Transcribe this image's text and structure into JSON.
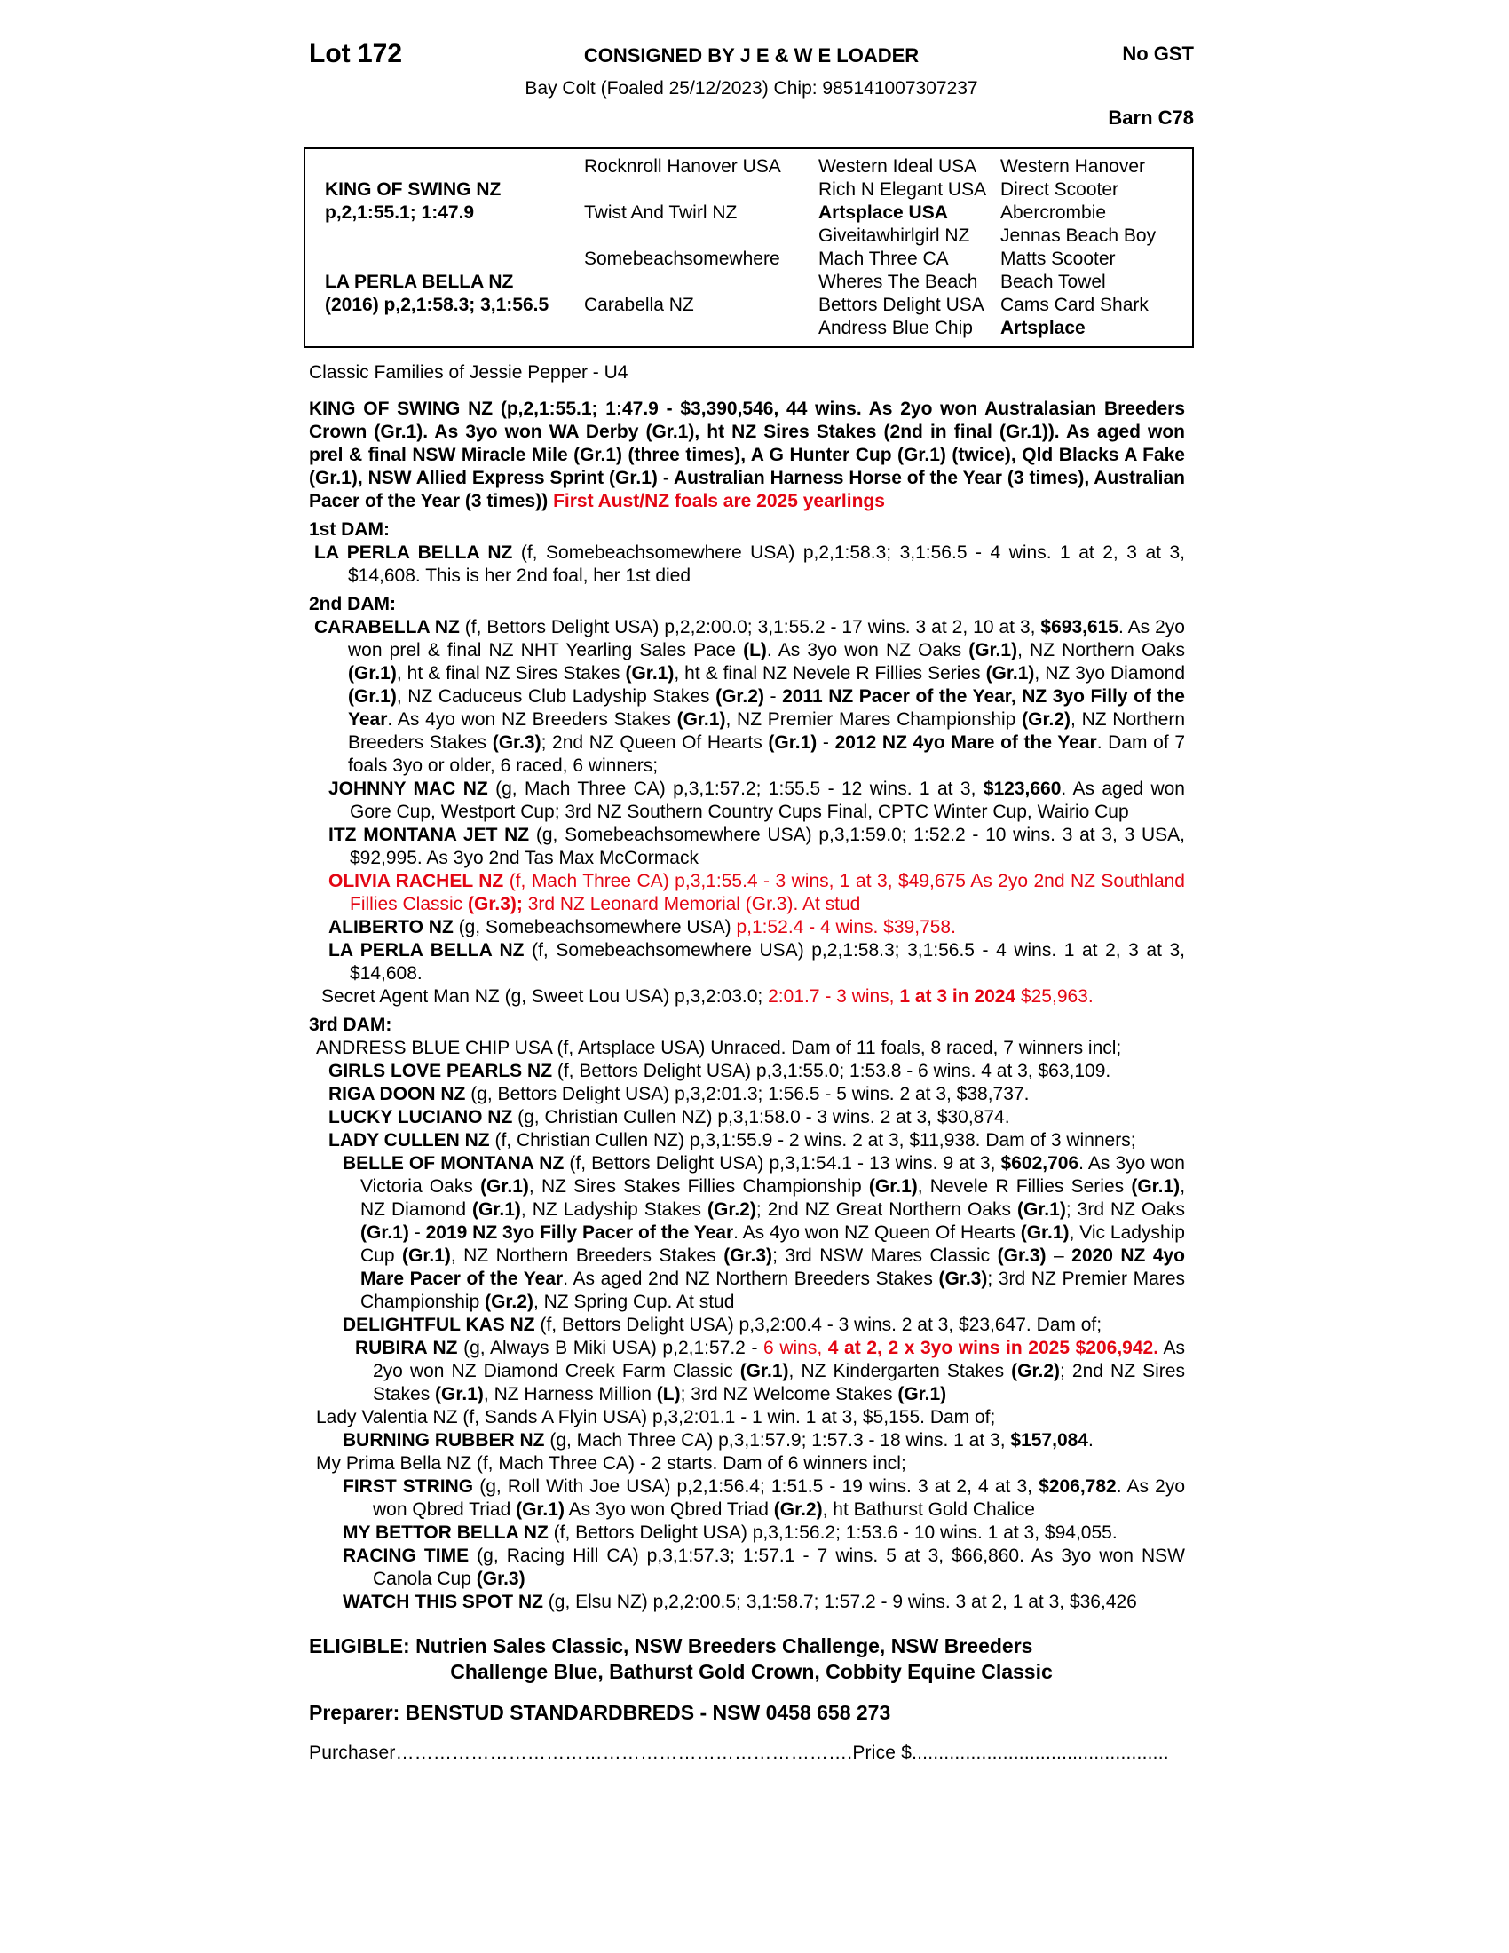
{
  "colors": {
    "red": "#e30613",
    "text": "#000000"
  },
  "header": {
    "lot": "Lot 172",
    "consigned": "CONSIGNED BY J E & W E LOADER",
    "gst": "No GST",
    "description": "Bay Colt (Foaled 25/12/2023) Chip: 985141007307237",
    "barn": "Barn C78"
  },
  "pedigree_box": {
    "col1": [
      {
        "name": "KING OF SWING NZ",
        "record": "p,2,1:55.1; 1:47.9",
        "row": 2
      },
      {
        "name": "LA PERLA BELLA NZ",
        "record": "(2016) p,2,1:58.3; 3,1:56.5",
        "row": 6
      }
    ],
    "col2": [
      {
        "t": "Rocknroll Hanover USA",
        "row": 1
      },
      {
        "t": "Twist And Twirl NZ",
        "row": 3
      },
      {
        "t": "Somebeachsomewhere",
        "row": 5
      },
      {
        "t": "Carabella NZ",
        "row": 7
      }
    ],
    "col3": [
      {
        "t": "Western Ideal USA"
      },
      {
        "t": "Rich N Elegant USA"
      },
      {
        "t": "Artsplace USA",
        "b": true
      },
      {
        "t": "Giveitawhirlgirl NZ"
      },
      {
        "t": "Mach Three CA"
      },
      {
        "t": "Wheres The Beach"
      },
      {
        "t": "Bettors Delight USA"
      },
      {
        "t": "Andress Blue Chip"
      }
    ],
    "col4": [
      {
        "t": "Western Hanover"
      },
      {
        "t": "Direct Scooter"
      },
      {
        "t": "Abercrombie"
      },
      {
        "t": "Jennas Beach Boy"
      },
      {
        "t": "Matts Scooter"
      },
      {
        "t": "Beach Towel"
      },
      {
        "t": "Cams Card Shark"
      },
      {
        "t": "Artsplace",
        "b": true
      }
    ]
  },
  "paragraphs": [
    {
      "name": "family-line",
      "cls": "mt-box",
      "seg": [
        [
          "n",
          "Classic Families of Jessie Pepper - U4"
        ]
      ]
    },
    {
      "name": "sire-summary",
      "cls": "just mt-m",
      "seg": [
        [
          "b",
          "KING OF SWING NZ (p,2,1:55.1; 1:47.9 - $3,390,546, 44 wins. As 2yo won Australasian Breeders Crown (Gr.1). As 3yo won WA Derby (Gr.1), ht NZ Sires Stakes (2nd in final (Gr.1)). As aged won prel & final NSW Miracle Mile (Gr.1) (three times), A G Hunter Cup (Gr.1) (twice), Qld Blacks A Fake (Gr.1), NSW Allied Express Sprint (Gr.1) - Australian Harness Horse of the Year (3 times), Australian Pacer of the Year (3 times)) "
        ],
        [
          "br",
          "First Aust/NZ foals are 2025 yearlings"
        ]
      ]
    },
    {
      "name": "dam-heading-1st",
      "cls": "mt-s",
      "seg": [
        [
          "b",
          "1st DAM:"
        ]
      ]
    },
    {
      "name": "horse-entry-la-perla-bella",
      "cls": "just ind-a",
      "seg": [
        [
          "b",
          "LA PERLA BELLA NZ "
        ],
        [
          "n",
          "(f, Somebeachsomewhere USA) p,2,1:58.3; 3,1:56.5 - 4 wins. 1 at 2, 3 at 3, $14,608. This is her 2nd foal, her 1st died"
        ]
      ]
    },
    {
      "name": "dam-heading-2nd",
      "cls": "mt-s",
      "seg": [
        [
          "b",
          "2nd DAM:"
        ]
      ]
    },
    {
      "name": "horse-entry-carabella",
      "cls": "just ind-a",
      "seg": [
        [
          "b",
          "CARABELLA NZ "
        ],
        [
          "n",
          "(f, Bettors Delight USA) p,2,2:00.0; 3,1:55.2 - 17 wins. 3 at 2, 10 at 3, "
        ],
        [
          "b",
          "$693,615"
        ],
        [
          "n",
          ". As 2yo won prel & final NZ NHT Yearling Sales Pace "
        ],
        [
          "b",
          "(L)"
        ],
        [
          "n",
          ". As 3yo won NZ Oaks "
        ],
        [
          "b",
          "(Gr.1)"
        ],
        [
          "n",
          ", NZ Northern Oaks "
        ],
        [
          "b",
          "(Gr.1)"
        ],
        [
          "n",
          ", ht & final NZ Sires Stakes "
        ],
        [
          "b",
          "(Gr.1)"
        ],
        [
          "n",
          ", ht & final NZ Nevele R Fillies Series "
        ],
        [
          "b",
          "(Gr.1)"
        ],
        [
          "n",
          ", NZ 3yo Diamond "
        ],
        [
          "b",
          "(Gr.1)"
        ],
        [
          "n",
          ", NZ Caduceus Club Ladyship Stakes "
        ],
        [
          "b",
          "(Gr.2)"
        ],
        [
          "n",
          " - "
        ],
        [
          "b",
          "2011 NZ Pacer of the Year, NZ 3yo Filly of the Year"
        ],
        [
          "n",
          ". As 4yo won NZ Breeders Stakes "
        ],
        [
          "b",
          "(Gr.1)"
        ],
        [
          "n",
          ", NZ Premier Mares Championship "
        ],
        [
          "b",
          "(Gr.2)"
        ],
        [
          "n",
          ", NZ Northern Breeders Stakes "
        ],
        [
          "b",
          "(Gr.3)"
        ],
        [
          "n",
          "; 2nd NZ Queen Of Hearts "
        ],
        [
          "b",
          "(Gr.1)"
        ],
        [
          "n",
          " - "
        ],
        [
          "b",
          "2012 NZ 4yo Mare of the Year"
        ],
        [
          "n",
          ". Dam of 7 foals 3yo or older, 6 raced, 6 winners;"
        ]
      ]
    },
    {
      "name": "horse-entry-johnny-mac",
      "cls": "just ind-b",
      "seg": [
        [
          "b",
          "JOHNNY MAC NZ "
        ],
        [
          "n",
          "(g, Mach Three CA) p,3,1:57.2; 1:55.5 - 12 wins. 1 at 3, "
        ],
        [
          "b",
          "$123,660"
        ],
        [
          "n",
          ". As aged won Gore Cup, Westport Cup; 3rd NZ Southern Country Cups Final, CPTC Winter Cup, Wairio Cup"
        ]
      ]
    },
    {
      "name": "horse-entry-itz-montana-jet",
      "cls": "just ind-b",
      "seg": [
        [
          "b",
          "ITZ MONTANA JET NZ "
        ],
        [
          "n",
          "(g, Somebeachsomewhere USA) p,3,1:59.0; 1:52.2 - 10 wins. 3 at 3, 3 USA, $92,995. As 3yo 2nd Tas Max McCormack"
        ]
      ]
    },
    {
      "name": "horse-entry-olivia-rachel",
      "cls": "just ind-b",
      "seg": [
        [
          "br",
          "OLIVIA RACHEL NZ "
        ],
        [
          "r",
          "(f, Mach Three CA) p,3,1:55.4 - 3 wins, 1 at 3, $49,675 As 2yo 2nd NZ Southland Fillies Classic "
        ],
        [
          "br",
          "(Gr.3);"
        ],
        [
          "r",
          " 3rd NZ Leonard Memorial (Gr.3). At stud"
        ]
      ]
    },
    {
      "name": "horse-entry-aliberto",
      "cls": "ind-b",
      "seg": [
        [
          "b",
          "ALIBERTO NZ "
        ],
        [
          "n",
          "(g, Somebeachsomewhere USA) "
        ],
        [
          "r",
          "p,1:52.4 - 4 wins. $39,758."
        ]
      ]
    },
    {
      "name": "horse-entry-la-perla-bella-2",
      "cls": "just ind-b",
      "seg": [
        [
          "b",
          "LA PERLA BELLA NZ "
        ],
        [
          "n",
          "(f, Somebeachsomewhere USA) p,2,1:58.3; 3,1:56.5 - 4 wins. 1 at 2, 3 at 3, $14,608."
        ]
      ]
    },
    {
      "name": "horse-entry-secret-agent-man",
      "cls": "ind-g",
      "seg": [
        [
          "n",
          "Secret Agent Man NZ (g, Sweet Lou USA) p,3,2:03.0; "
        ],
        [
          "r",
          "2:01.7 - 3 wins, "
        ],
        [
          "br",
          "1 at 3 in 2024"
        ],
        [
          "r",
          " $25,963."
        ]
      ]
    },
    {
      "name": "dam-heading-3rd",
      "cls": "mt-s",
      "seg": [
        [
          "b",
          "3rd DAM:"
        ]
      ]
    },
    {
      "name": "horse-entry-andress-blue-chip",
      "cls": "ind-e",
      "seg": [
        [
          "n",
          "ANDRESS BLUE CHIP USA (f, Artsplace USA) Unraced. Dam of 11 foals, 8 raced, 7 winners incl;"
        ]
      ]
    },
    {
      "name": "horse-entry-girls-love-pearls",
      "cls": "just ind-b",
      "seg": [
        [
          "b",
          "GIRLS LOVE PEARLS NZ "
        ],
        [
          "n",
          "(f, Bettors Delight USA) p,3,1:55.0; 1:53.8 - 6 wins. 4 at 3, $63,109."
        ]
      ]
    },
    {
      "name": "horse-entry-riga-doon",
      "cls": "ind-b",
      "seg": [
        [
          "b",
          "RIGA DOON NZ "
        ],
        [
          "n",
          "(g, Bettors Delight USA) p,3,2:01.3; 1:56.5 - 5 wins. 2 at 3, $38,737."
        ]
      ]
    },
    {
      "name": "horse-entry-lucky-luciano",
      "cls": "ind-b",
      "seg": [
        [
          "b",
          "LUCKY LUCIANO NZ "
        ],
        [
          "n",
          "(g, Christian Cullen NZ) p,3,1:58.0 - 3 wins. 2 at 3, $30,874."
        ]
      ]
    },
    {
      "name": "horse-entry-lady-cullen",
      "cls": "ind-b",
      "seg": [
        [
          "b",
          "LADY CULLEN NZ "
        ],
        [
          "n",
          "(f, Christian Cullen NZ) p,3,1:55.9 - 2 wins. 2 at 3, $11,938. Dam of 3 winners;"
        ]
      ]
    },
    {
      "name": "horse-entry-belle-of-montana",
      "cls": "just ind-c",
      "seg": [
        [
          "b",
          "BELLE OF MONTANA NZ "
        ],
        [
          "n",
          "(f, Bettors Delight USA) p,3,1:54.1 - 13 wins. 9 at 3, "
        ],
        [
          "b",
          "$602,706"
        ],
        [
          "n",
          ". As 3yo won Victoria Oaks "
        ],
        [
          "b",
          "(Gr.1)"
        ],
        [
          "n",
          ", NZ Sires Stakes Fillies Championship "
        ],
        [
          "b",
          "(Gr.1)"
        ],
        [
          "n",
          ", Nevele R Fillies Series "
        ],
        [
          "b",
          "(Gr.1)"
        ],
        [
          "n",
          ", NZ Diamond "
        ],
        [
          "b",
          "(Gr.1)"
        ],
        [
          "n",
          ", NZ Ladyship Stakes "
        ],
        [
          "b",
          "(Gr.2)"
        ],
        [
          "n",
          "; 2nd NZ Great Northern Oaks "
        ],
        [
          "b",
          "(Gr.1)"
        ],
        [
          "n",
          "; 3rd NZ Oaks "
        ],
        [
          "b",
          "(Gr.1)"
        ],
        [
          "n",
          " - "
        ],
        [
          "b",
          "2019 NZ 3yo Filly Pacer of the Year"
        ],
        [
          "n",
          ". As 4yo won NZ Queen Of Hearts "
        ],
        [
          "b",
          "(Gr.1)"
        ],
        [
          "n",
          ", Vic Ladyship Cup "
        ],
        [
          "b",
          "(Gr.1)"
        ],
        [
          "n",
          ", NZ Northern Breeders Stakes "
        ],
        [
          "b",
          "(Gr.3)"
        ],
        [
          "n",
          "; 3rd NSW Mares Classic "
        ],
        [
          "b",
          "(Gr.3)"
        ],
        [
          "n",
          " – "
        ],
        [
          "b",
          "2020 NZ 4yo Mare Pacer of the Year"
        ],
        [
          "n",
          ". As aged 2nd NZ Northern Breeders Stakes "
        ],
        [
          "b",
          "(Gr.3)"
        ],
        [
          "n",
          "; 3rd NZ Premier Mares Championship "
        ],
        [
          "b",
          "(Gr.2)"
        ],
        [
          "n",
          ", NZ Spring Cup. At stud"
        ]
      ]
    },
    {
      "name": "horse-entry-delightful-kas",
      "cls": "ind-c",
      "seg": [
        [
          "b",
          "DELIGHTFUL KAS NZ "
        ],
        [
          "n",
          "(f, Bettors Delight USA) p,3,2:00.4 - 3 wins. 2 at 3, $23,647. Dam of;"
        ]
      ]
    },
    {
      "name": "horse-entry-rubira",
      "cls": "just ind-d",
      "seg": [
        [
          "b",
          "RUBIRA NZ "
        ],
        [
          "n",
          "(g, Always B Miki USA) p,2,1:57.2 - "
        ],
        [
          "r",
          "6 wins, "
        ],
        [
          "br",
          "4 at 2, 2 x 3yo wins in 2025 $206,942."
        ],
        [
          "n",
          " As 2yo won NZ Diamond Creek Farm Classic "
        ],
        [
          "b",
          "(Gr.1)"
        ],
        [
          "n",
          ", NZ Kindergarten Stakes "
        ],
        [
          "b",
          "(Gr.2)"
        ],
        [
          "n",
          "; 2nd NZ Sires Stakes "
        ],
        [
          "b",
          "(Gr.1)"
        ],
        [
          "n",
          ", NZ Harness Million "
        ],
        [
          "b",
          "(L)"
        ],
        [
          "n",
          "; 3rd NZ Welcome Stakes "
        ],
        [
          "b",
          "(Gr.1)"
        ]
      ]
    },
    {
      "name": "horse-entry-lady-valentia",
      "cls": "ind-e",
      "seg": [
        [
          "n",
          "Lady Valentia NZ (f, Sands A Flyin USA) p,3,2:01.1 - 1 win. 1 at 3, $5,155. Dam of;"
        ]
      ]
    },
    {
      "name": "horse-entry-burning-rubber",
      "cls": "ind-c",
      "seg": [
        [
          "b",
          "BURNING RUBBER NZ "
        ],
        [
          "n",
          "(g, Mach Three CA) p,3,1:57.9; 1:57.3 - 18 wins. 1 at 3, "
        ],
        [
          "b",
          "$157,084"
        ],
        [
          "n",
          "."
        ]
      ]
    },
    {
      "name": "horse-entry-my-prima-bella",
      "cls": "ind-e",
      "seg": [
        [
          "n",
          "My Prima Bella NZ (f, Mach Three CA) - 2 starts. Dam of 6 winners incl;"
        ]
      ]
    },
    {
      "name": "horse-entry-first-string",
      "cls": "just ind-f",
      "seg": [
        [
          "b",
          "FIRST STRING "
        ],
        [
          "n",
          "(g, Roll With Joe USA) p,2,1:56.4; 1:51.5 - 19 wins. 3 at 2, 4 at 3, "
        ],
        [
          "b",
          "$206,782"
        ],
        [
          "n",
          ". As 2yo won Qbred Triad "
        ],
        [
          "b",
          "(Gr.1)"
        ],
        [
          "n",
          " As 3yo won Qbred Triad "
        ],
        [
          "b",
          "(Gr.2)"
        ],
        [
          "n",
          ", ht Bathurst Gold Chalice"
        ]
      ]
    },
    {
      "name": "horse-entry-my-bettor-bella",
      "cls": "ind-c",
      "seg": [
        [
          "b",
          "MY BETTOR BELLA NZ "
        ],
        [
          "n",
          "(f, Bettors Delight USA) p,3,1:56.2; 1:53.6 - 10 wins. 1 at 3, $94,055."
        ]
      ]
    },
    {
      "name": "horse-entry-racing-time",
      "cls": "just ind-f",
      "seg": [
        [
          "b",
          "RACING TIME "
        ],
        [
          "n",
          "(g, Racing Hill CA) p,3,1:57.3; 1:57.1 - 7 wins. 5 at 3, $66,860. As 3yo won NSW Canola Cup "
        ],
        [
          "b",
          "(Gr.3)"
        ]
      ]
    },
    {
      "name": "horse-entry-watch-this-spot",
      "cls": "ind-c",
      "seg": [
        [
          "b",
          "WATCH THIS SPOT NZ "
        ],
        [
          "n",
          "(g, Elsu NZ) p,2,2:00.5; 3,1:58.7; 1:57.2 - 9 wins. 3 at 2, 1 at 3, $36,426"
        ]
      ]
    }
  ],
  "footer": {
    "eligible_line1": "ELIGIBLE: Nutrien Sales Classic, NSW Breeders Challenge, NSW Breeders",
    "eligible_line2": "Challenge Blue, Bathurst Gold Crown, Cobbity Equine Classic",
    "preparer": "Preparer: BENSTUD STANDARDBREDS - NSW 0458 658 273",
    "purchaser": "Purchaser……………………………………………………………….Price $................................................"
  }
}
